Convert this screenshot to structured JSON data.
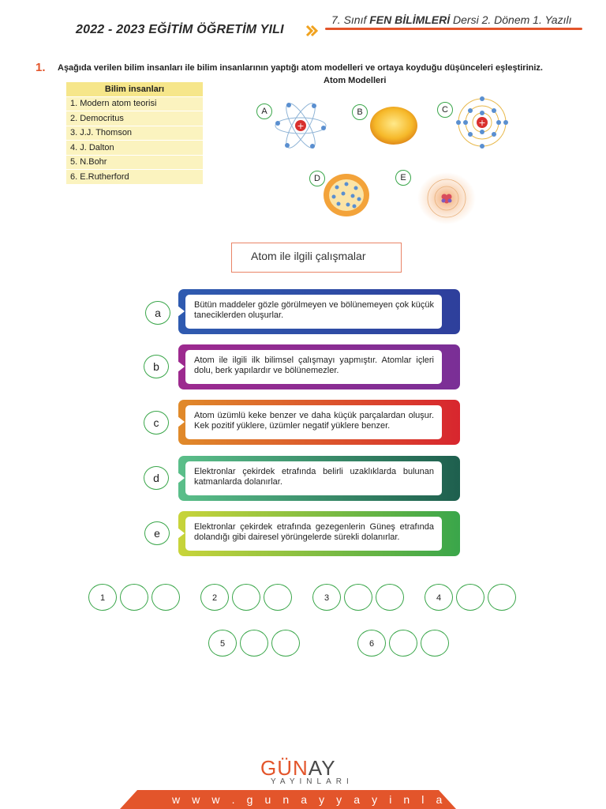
{
  "header": {
    "year_title": "2022 - 2023 EĞİTİM ÖĞRETİM YILI",
    "exam_prefix": "7. Sınıf ",
    "exam_subject": "FEN BİLİMLERİ",
    "exam_suffix": " Dersi 2. Dönem 1. Yazılı",
    "accent_color": "#e3552b"
  },
  "question": {
    "number": "1.",
    "text": "Aşağıda verilen bilim insanları ile bilim insanlarının yaptığı atom modelleri ve ortaya koyduğu düşünceleri eşleştiriniz.",
    "models_title": "Atom Modelleri"
  },
  "scientists": {
    "header": "Bilim insanları",
    "items": [
      "1. Modern atom teorisi",
      "2. Democritus",
      "3. J.J. Thomson",
      "4. J. Dalton",
      "5. N.Bohr",
      "6. E.Rutherford"
    ]
  },
  "models": {
    "labels": [
      "A",
      "B",
      "C",
      "D",
      "E"
    ]
  },
  "studies": {
    "title": "Atom ile ilgili çalışmalar",
    "cards": [
      {
        "letter": "a",
        "text": "Bütün maddeler gözle görülmeyen ve bölünemeyen çok küçük taneciklerden oluşurlar."
      },
      {
        "letter": "b",
        "text": "Atom ile ilgili ilk bilimsel çalışmayı yapmıştır. Atomlar içleri dolu, berk yapılardır ve bölünemezler."
      },
      {
        "letter": "c",
        "text": "Atom üzümlü keke benzer ve daha küçük parçalardan oluşur. Kek pozitif yüklere, üzümler negatif yüklere benzer."
      },
      {
        "letter": "d",
        "text": "Elektronlar çekirdek etrafında belirli uzaklıklarda bulunan katmanlarda dolanırlar."
      },
      {
        "letter": "e",
        "text": "Elektronlar çekirdek etrafında gezegenlerin Güneş etrafında dolandığı gibi dairesel yörüngelerde sürekli dolanırlar."
      }
    ],
    "card_colors": [
      [
        "#2f5bb0",
        "#2e3f9c"
      ],
      [
        "#9d2a8f",
        "#7a2f96"
      ],
      [
        "#e08a2a",
        "#d8262e"
      ],
      [
        "#5bbf8a",
        "#1e5f4e"
      ],
      [
        "#c8d43a",
        "#3aa64a"
      ]
    ]
  },
  "answers": {
    "numbers": [
      "1",
      "2",
      "3",
      "4",
      "5",
      "6"
    ]
  },
  "footer": {
    "logo_gun": "GÜN",
    "logo_ay": "AY",
    "logo_sub": "YAYINLARI",
    "url": "w w w . g u n a y y a y i n l a r i . c o m"
  }
}
